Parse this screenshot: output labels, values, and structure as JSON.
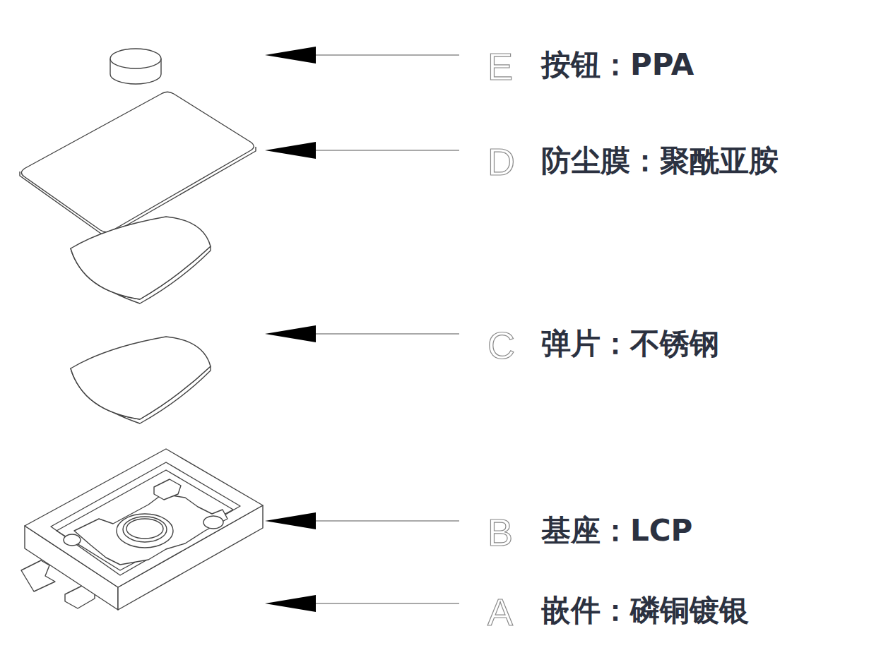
{
  "diagram": {
    "labels": [
      "E",
      "按钮：PPA",
      "D",
      "防尘膜：聚酰亚胺",
      "C",
      "弹片：不锈钢",
      "B",
      "基座：LCP",
      "A",
      "嵌件：磷铜镀银"
    ]
  }
}
